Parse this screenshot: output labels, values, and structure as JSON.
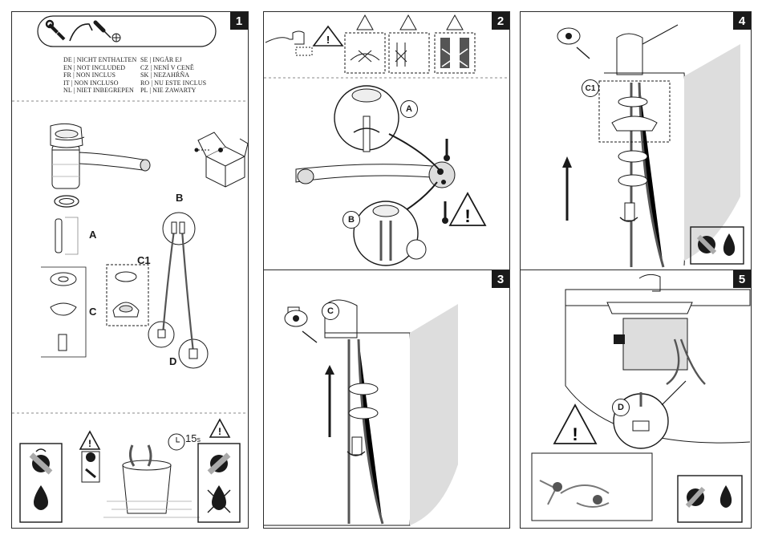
{
  "steps": [
    {
      "number": "1"
    },
    {
      "number": "2"
    },
    {
      "number": "3"
    },
    {
      "number": "4"
    },
    {
      "number": "5"
    }
  ],
  "not_included": {
    "col1": [
      "DE | NICHT ENTHALTEN",
      "EN | NOT INCLUDED",
      "FR | NON INCLUS",
      "IT  | NON INCLUSO",
      "NL | NIET INBEGREPEN"
    ],
    "col2": [
      "SE | INGÅR EJ",
      "CZ | NENÍ V CENĚ",
      "SK | NEZAHŔŇA",
      "RO | NU ESTE INCLUS",
      "PL | NIE ZAWARTY"
    ]
  },
  "part_labels": {
    "A": "A",
    "B": "B",
    "C": "C",
    "C1": "C1",
    "D": "D"
  },
  "flush_time": "15",
  "flush_time_unit": "s",
  "icons": {
    "tools": [
      "wrench-icon",
      "allen-key-icon",
      "screwdriver-icon"
    ],
    "warning": "warning-triangle-icon",
    "eye": "eye-icon",
    "thermometer": "thermometer-icon",
    "water_drop": "water-drop-icon",
    "valve": "shutoff-valve-icon"
  },
  "colors": {
    "ink": "#1a1a1a",
    "hatch": "#9a9a9a",
    "sink_shade": "#d9d9d9"
  }
}
